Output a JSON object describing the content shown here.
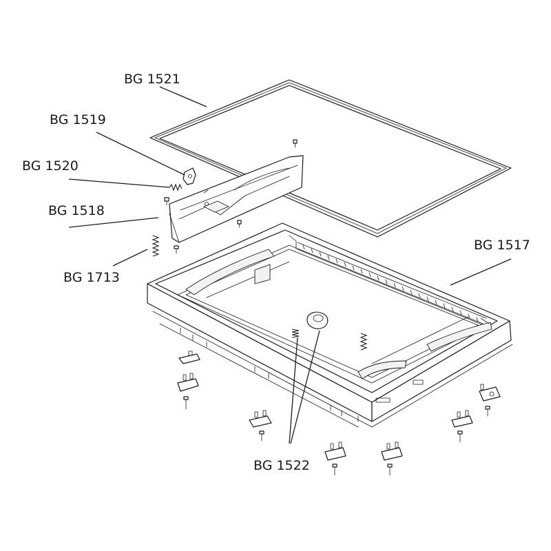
{
  "callouts": {
    "bg1521": "BG 1521",
    "bg1519": "BG 1519",
    "bg1520": "BG 1520",
    "bg1518": "BG 1518",
    "bg1713": "BG 1713",
    "bg1517": "BG 1517",
    "bg1522": "BG 1522"
  }
}
